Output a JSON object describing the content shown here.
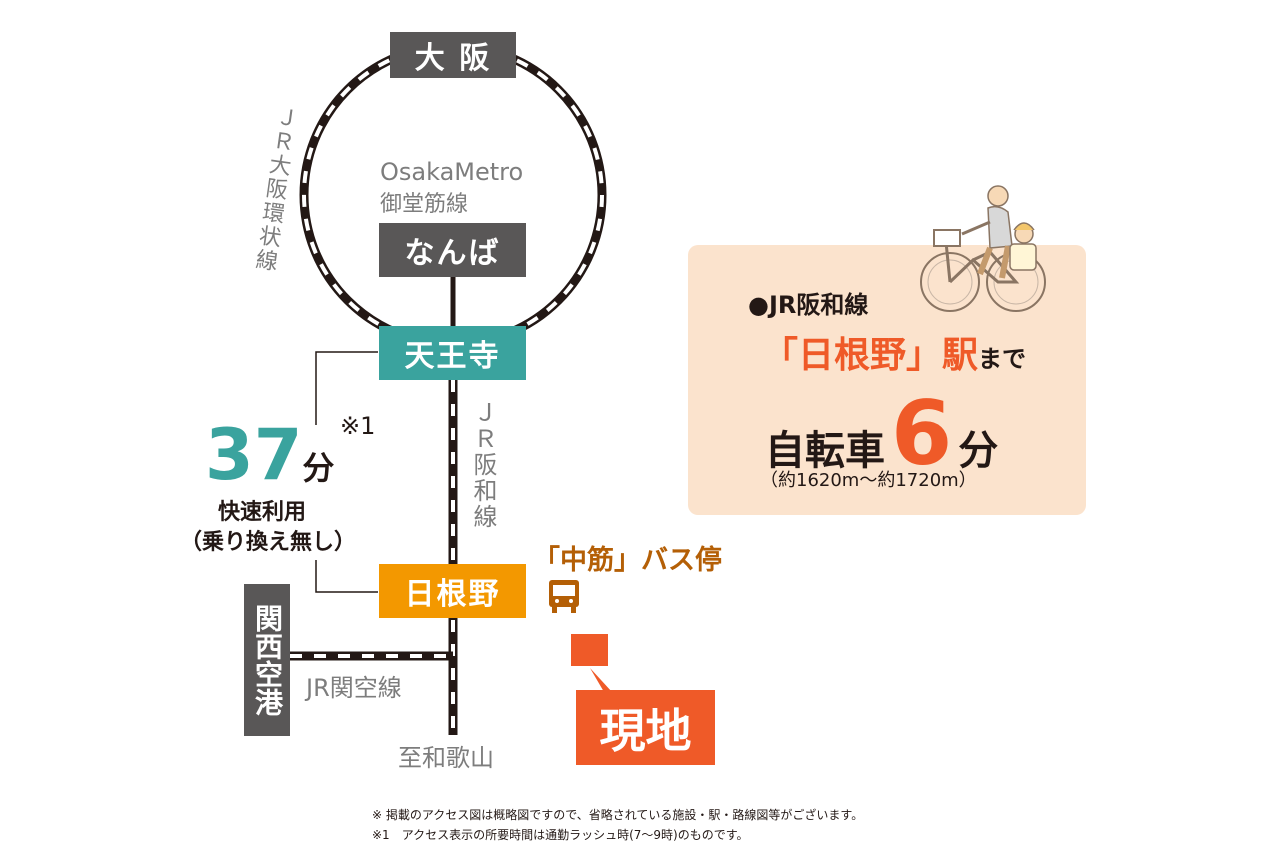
{
  "stations": {
    "osaka": "大 阪",
    "namba": "なんば",
    "tennoji": "天王寺",
    "hineno": "日根野",
    "kansai_airport": "関西空港"
  },
  "lines": {
    "loop": "ＪＲ大阪環状線",
    "metro_line1": "OsakaMetro",
    "metro_line2": "御堂筋線",
    "hanwa": "ＪＲ阪和線",
    "kanku": "JR関空線",
    "wakayama": "至和歌山"
  },
  "travel": {
    "minutes": "37",
    "unit": "分",
    "note_mark": "※1",
    "desc1": "快速利用",
    "desc2": "（乗り換え無し）"
  },
  "bus_stop": {
    "label": "「中筋」バス停"
  },
  "site": {
    "label": "現地"
  },
  "info": {
    "line": "●JR阪和線",
    "station": "「日根野」駅",
    "to": "まで",
    "mode": "自転車",
    "minutes": "6",
    "unit": "分",
    "distance": "（約1620m〜約1720m）"
  },
  "footnotes": [
    "※ 掲載のアクセス図は概略図ですので、省略されている施設・駅・路線図等がございます。",
    "※1　アクセス表示の所要時間は通勤ラッシュ時(7〜9時)のものです。"
  ],
  "colors": {
    "station_gray": "#595757",
    "tennoji_teal": "#3aa39e",
    "hineno_orange": "#f39800",
    "site_orange": "#ef5a28",
    "bus_brown": "#b45f06",
    "info_bg": "#fbe3cd"
  },
  "icons": [
    "bus-icon",
    "bicycle-illustration"
  ]
}
